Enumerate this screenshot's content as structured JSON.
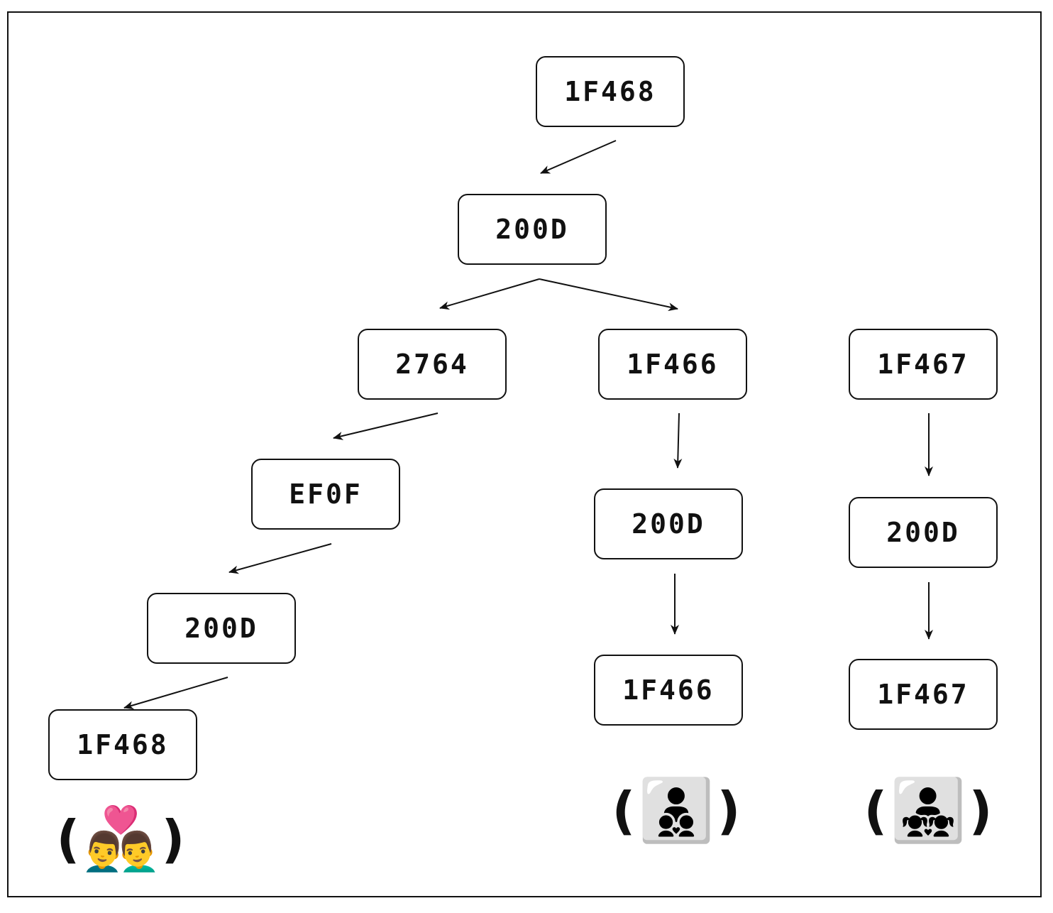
{
  "nodes": {
    "root": "1F468",
    "zwj_top": "200D",
    "heart": "2764",
    "vs16": "EF0F",
    "zwj_left": "200D",
    "man_end": "1F468",
    "boy": "1F466",
    "zwj_mid": "200D",
    "boy_end": "1F466",
    "girl": "1F467",
    "zwj_right": "200D",
    "girl_end": "1F467"
  },
  "emoji": {
    "couple": "👨‍❤️‍👨",
    "family_boys": "👨‍👦‍👦",
    "family_girls": "👨‍👧‍👧",
    "open_paren": "(",
    "close_paren": ")"
  },
  "colors": {
    "stroke": "#111111",
    "background": "#ffffff"
  }
}
